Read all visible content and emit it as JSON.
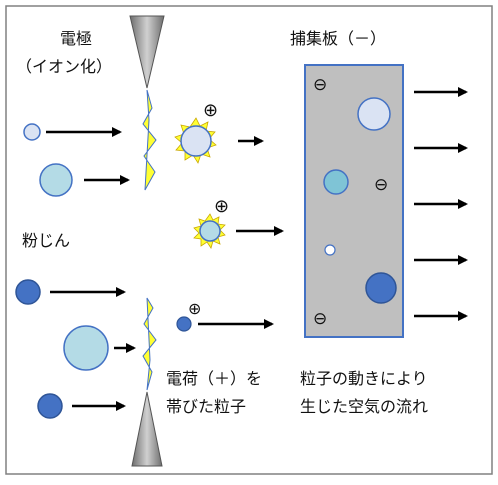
{
  "labels": {
    "electrode": "電極",
    "ionization": "（イオン化）",
    "collector": "捕集板（－）",
    "dust": "粉じん",
    "charged_line1": "電荷（＋）を",
    "charged_line2": "帯びた粒子",
    "airflow_line1": "粒子の動きにより",
    "airflow_line2": "生じた空気の流れ"
  },
  "symbols": {
    "plus": "⊕",
    "minus": "⊖"
  },
  "colors": {
    "collector_fill": "#bfbfbf",
    "collector_border": "#4472c4",
    "particle_pale": "#dae3f3",
    "particle_light": "#b4dbe6",
    "particle_mid": "#7fc4d6",
    "particle_dark": "#4472c4",
    "spark": "#ffff33",
    "electrode": "#a6a6a6"
  }
}
